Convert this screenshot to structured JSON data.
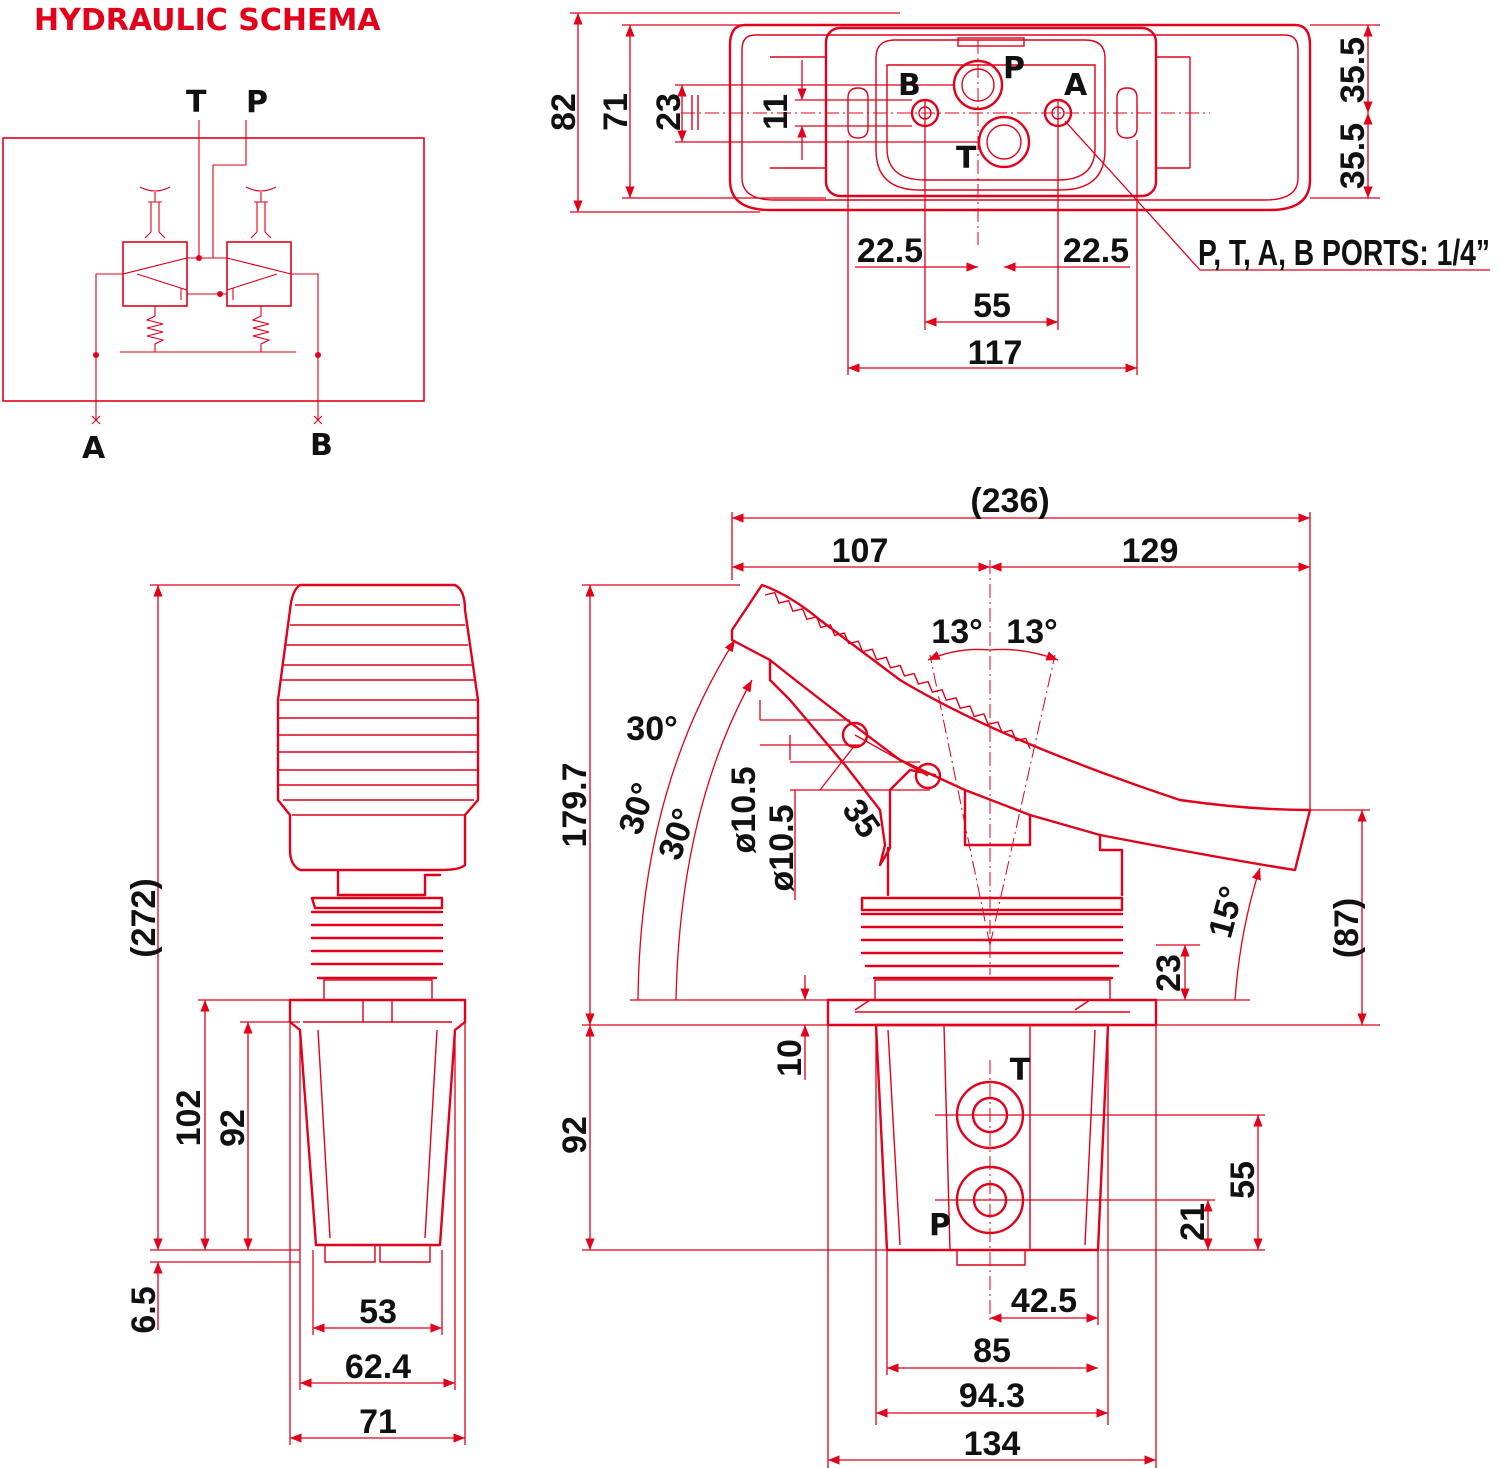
{
  "title": "HYDRAULIC SCHEMA",
  "accent_color": "#e2001a",
  "text_color": "#111111",
  "schema": {
    "port_T": "T",
    "port_P": "P",
    "port_A": "A",
    "port_B": "B"
  },
  "top_view": {
    "port_B": "B",
    "port_P": "P",
    "port_A": "A",
    "port_T": "T",
    "dim_82": "82",
    "dim_71": "71",
    "dim_23": "23",
    "dim_11": "11",
    "dim_35_5_top": "35.5",
    "dim_35_5_bottom": "35.5",
    "dim_22_5_left": "22.5",
    "dim_22_5_right": "22.5",
    "dim_55": "55",
    "dim_117": "117",
    "ports_note": "P, T, A, B PORTS: 1/4”"
  },
  "front_view": {
    "dim_272": "(272)",
    "dim_102": "102",
    "dim_92": "92",
    "dim_6_5": "6.5",
    "dim_53": "53",
    "dim_62_4": "62.4",
    "dim_71": "71"
  },
  "side_view": {
    "dim_236": "(236)",
    "dim_107": "107",
    "dim_129": "129",
    "angle_13_left": "13°",
    "angle_13_right": "13°",
    "angle_30_a": "30°",
    "angle_30_b": "30°",
    "angle_30_c": "30°",
    "dim_179_7": "179.7",
    "dim_d10_5_a": "ø10.5",
    "dim_d10_5_b": "ø10.5",
    "dim_35": "35",
    "angle_15": "15°",
    "dim_87": "(87)",
    "dim_23": "23",
    "dim_10": "10",
    "dim_92": "92",
    "port_T": "T",
    "port_P": "P",
    "dim_55": "55",
    "dim_21": "21",
    "dim_42_5": "42.5",
    "dim_85": "85",
    "dim_94_3": "94.3",
    "dim_134": "134"
  }
}
